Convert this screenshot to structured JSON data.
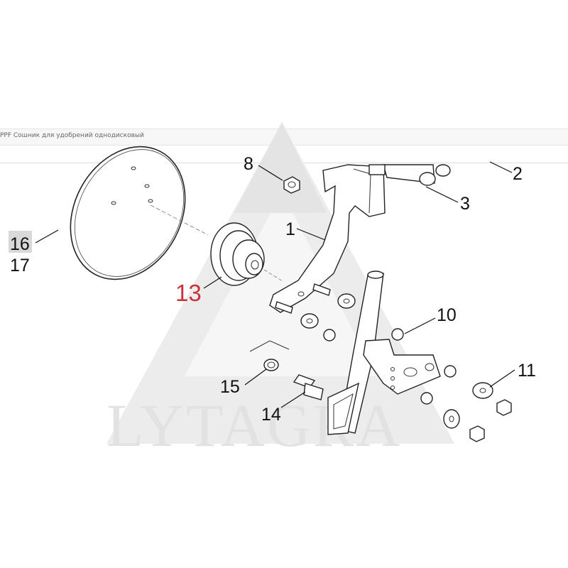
{
  "header": {
    "title": "PPF Сошник для удобрений однодисковый"
  },
  "watermark": {
    "text": "LYTAGRA",
    "color": "#dedede"
  },
  "callouts": {
    "c1": "1",
    "c2": "2",
    "c3": "3",
    "c8": "8",
    "c10": "10",
    "c11": "11",
    "c13": "13",
    "c14": "14",
    "c15": "15",
    "c16": "16",
    "c17": "17"
  },
  "highlight": {
    "part": "13",
    "color": "#c8323a",
    "selected_label": "16"
  }
}
